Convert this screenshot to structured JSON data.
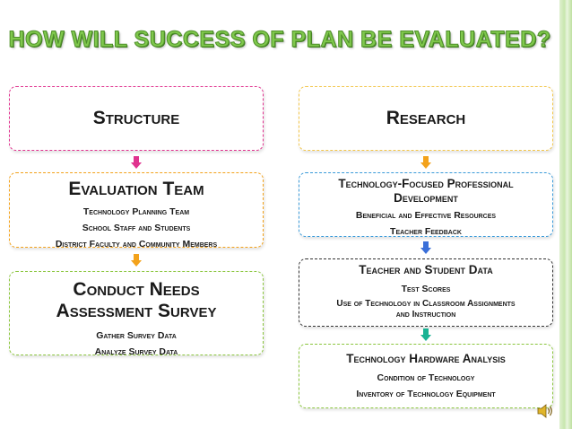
{
  "title": "HOW WILL SUCCESS OF PLAN BE EVALUATED?",
  "left": {
    "structure": {
      "heading": "Structure"
    },
    "evaluation_team": {
      "heading": "Evaluation Team",
      "items": [
        "Technology Planning Team",
        "School Staff and Students",
        "District Faculty and Community Members"
      ]
    },
    "needs_survey": {
      "heading_line1": "Conduct Needs",
      "heading_line2": "Assessment Survey",
      "items": [
        "Gather Survey Data",
        "Analyze Survey Data"
      ]
    }
  },
  "right": {
    "research": {
      "heading": "Research"
    },
    "professional_development": {
      "heading_line1": "Technology-Focused Professional",
      "heading_line2": "Development",
      "items": [
        "Beneficial and Effective Resources",
        "Teacher Feedback"
      ]
    },
    "teacher_student_data": {
      "heading": "Teacher and Student Data",
      "items": [
        "Test Scores"
      ],
      "item_line1": "Use of Technology in Classroom Assignments",
      "item_line2": "and Instruction"
    },
    "hardware_analysis": {
      "heading": "Technology Hardware Analysis",
      "items": [
        "Condition of Technology",
        "Inventory of Technology Equipment"
      ]
    }
  },
  "colors": {
    "title_green": "#7fc84c",
    "pink": "#e0338f",
    "orange": "#f3a21b",
    "green": "#8cc63f",
    "blue": "#3a9ad9",
    "teal": "#19b394",
    "dark": "#333333"
  },
  "icons": {
    "speaker": "speaker-icon"
  }
}
